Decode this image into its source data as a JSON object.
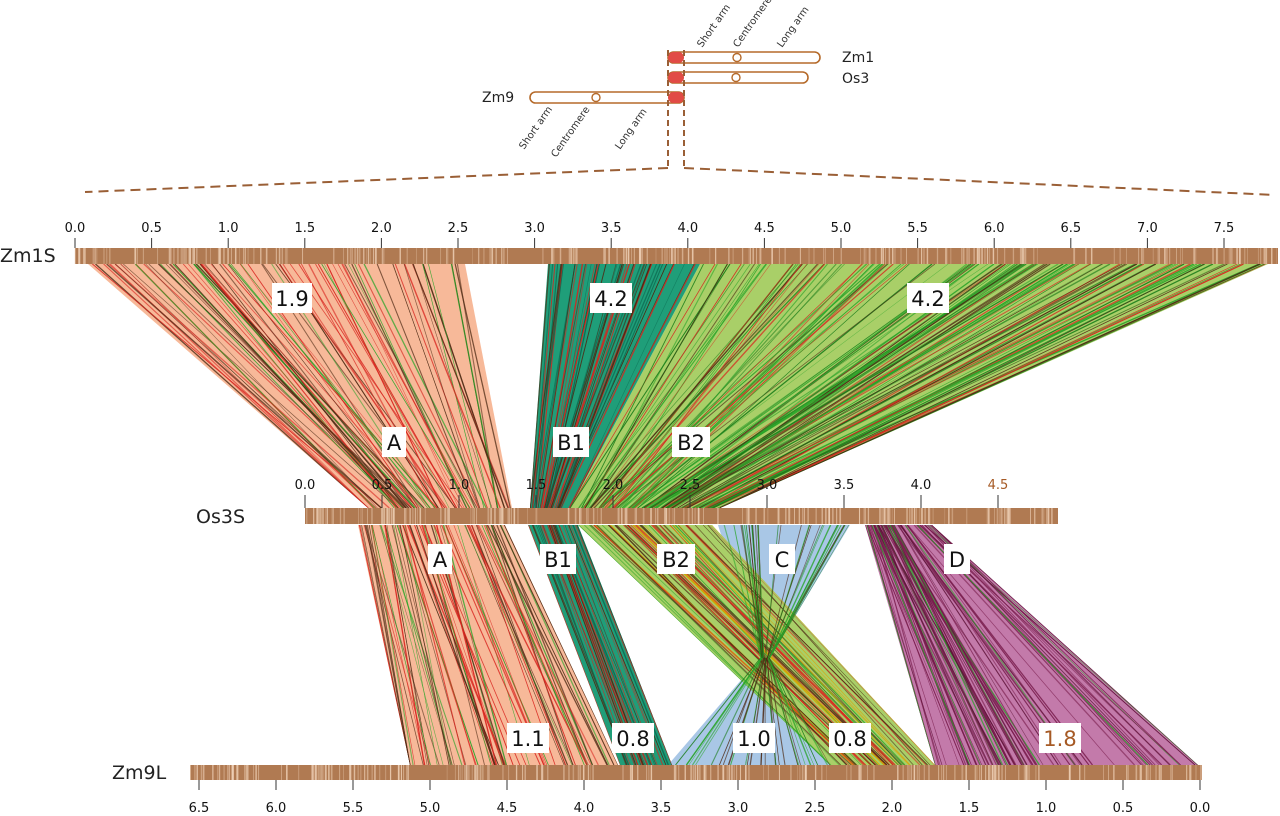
{
  "colors": {
    "bar": "#b07a52",
    "bar_stripe": "#f0d2b8",
    "block_A": "#f7b999",
    "block_B1": "#1f9e79",
    "block_B2": "#a9cf68",
    "block_C": "#a9c7e6",
    "block_D": "#c37aaa",
    "line_red": "#d8251f",
    "line_dark": "#4e2a14",
    "line_green": "#2aa52a",
    "dashed": "#9a5f36",
    "chrom_outline": "#b56a2a",
    "chrom_tip": "#e14b45",
    "highlight_text": "#a65a25"
  },
  "ideogram": {
    "chromosomes": [
      {
        "name": "Zm1"
      },
      {
        "name": "Os3"
      },
      {
        "name": "Zm9"
      }
    ],
    "arm_labels_top": [
      "Short arm",
      "Centromere",
      "Long arm"
    ],
    "arm_labels_bottom": [
      "Short arm",
      "Centromere",
      "Long arm"
    ]
  },
  "tracks": {
    "top": {
      "name": "Zm1S",
      "ticks": [
        "0.0",
        "0.5",
        "1.0",
        "1.5",
        "2.0",
        "2.5",
        "3.0",
        "3.5",
        "4.0",
        "4.5",
        "5.0",
        "5.5",
        "6.0",
        "6.5",
        "7.0",
        "7.5"
      ]
    },
    "middle": {
      "name": "Os3S",
      "ticks": [
        "0.0",
        "0.5",
        "1.0",
        "1.5",
        "2.0",
        "2.5",
        "3.0",
        "3.5",
        "4.0",
        "4.5"
      ]
    },
    "bottom": {
      "name": "Zm9L",
      "ticks": [
        "6.5",
        "6.0",
        "5.5",
        "5.0",
        "4.5",
        "4.0",
        "3.5",
        "3.0",
        "2.5",
        "2.0",
        "1.5",
        "1.0",
        "0.5",
        "0.0"
      ]
    }
  },
  "blocks_upper": [
    {
      "id": "A",
      "label": "A",
      "value": "1.9"
    },
    {
      "id": "B1",
      "label": "B1",
      "value": "4.2"
    },
    {
      "id": "B2",
      "label": "B2",
      "value": "4.2"
    }
  ],
  "blocks_lower": [
    {
      "id": "A",
      "label": "A",
      "value": "1.1"
    },
    {
      "id": "B1",
      "label": "B1",
      "value": "0.8"
    },
    {
      "id": "B2",
      "label": "B2",
      "value": "0.8"
    },
    {
      "id": "C",
      "label": "C",
      "value": "1.0"
    },
    {
      "id": "D",
      "label": "D",
      "value": "1.8"
    }
  ]
}
